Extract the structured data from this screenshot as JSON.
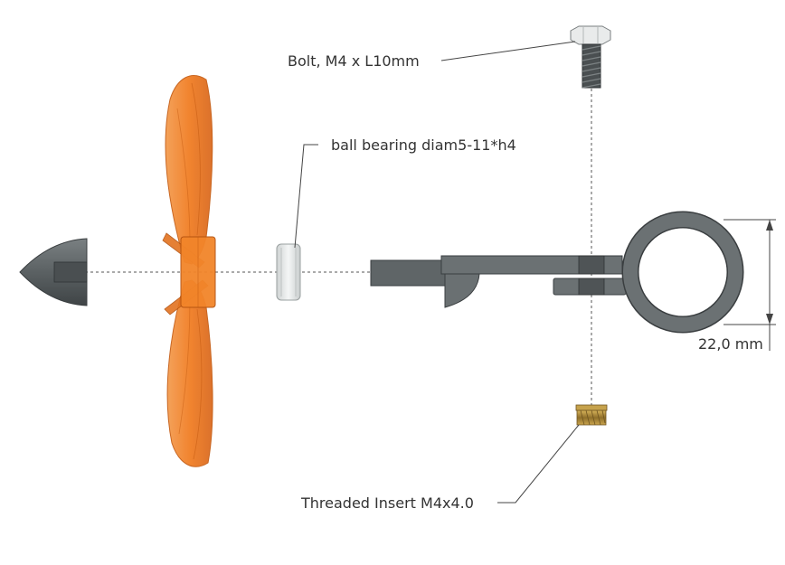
{
  "labels": {
    "bolt": "Bolt, M4 x L10mm",
    "bearing": "ball bearing diam5-11*h4",
    "insert": "Threaded Insert M4x4.0",
    "dimension": "22,0 mm"
  },
  "colors": {
    "propeller": "#f07a1e",
    "propeller_edge": "#c45a10",
    "metal": "#646a6c",
    "metal_dark": "#3e4244",
    "bearing": "#e6e8e8",
    "brass": "#b8913e",
    "line": "#444444"
  }
}
